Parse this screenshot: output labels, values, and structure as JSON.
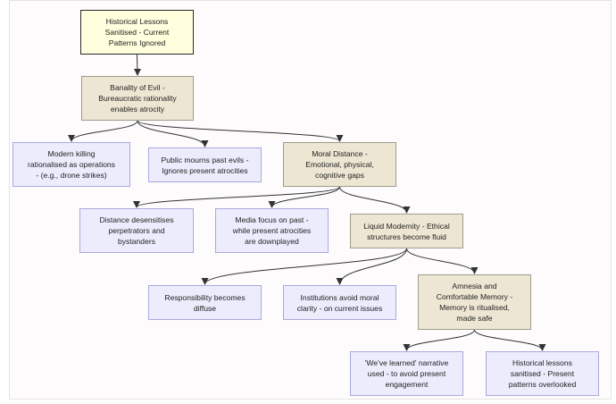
{
  "diagram": {
    "nodes": {
      "n1": {
        "text": "Historical Lessons\nSanitised - Current\nPatterns Ignored",
        "style": "yellow"
      },
      "n2": {
        "text": "Banality of Evil -\nBureaucratic rationality\nenables atrocity",
        "style": "tan"
      },
      "n3": {
        "text": "Modern killing\nrationalised as operations\n- (e.g., drone strikes)",
        "style": "lavender"
      },
      "n4": {
        "text": "Public mourns past evils -\nIgnores present atrocities",
        "style": "lavender"
      },
      "n5": {
        "text": "Moral Distance -\nEmotional, physical,\ncognitive gaps",
        "style": "tan"
      },
      "n6": {
        "text": "Distance desensitises\nperpetrators and\nbystanders",
        "style": "lavender"
      },
      "n7": {
        "text": "Media focus on past -\nwhile present atrocities\nare downplayed",
        "style": "lavender"
      },
      "n8": {
        "text": "Liquid Modernity - Ethical\nstructures become fluid",
        "style": "tan"
      },
      "n9": {
        "text": "Responsibility becomes\ndiffuse",
        "style": "lavender"
      },
      "n10": {
        "text": "Institutions avoid moral\nclarity - on current issues",
        "style": "lavender"
      },
      "n11": {
        "text": "Amnesia and\nComfortable Memory -\nMemory is ritualised,\nmade safe",
        "style": "tan"
      },
      "n12": {
        "text": "'We've learned' narrative\nused - to avoid present\nengagement",
        "style": "lavender"
      },
      "n13": {
        "text": "Historical lessons\nsanitised - Present\npatterns overlooked",
        "style": "lavender"
      }
    },
    "edges": [
      [
        "n1",
        "n2"
      ],
      [
        "n2",
        "n3"
      ],
      [
        "n2",
        "n4"
      ],
      [
        "n2",
        "n5"
      ],
      [
        "n5",
        "n6"
      ],
      [
        "n5",
        "n7"
      ],
      [
        "n5",
        "n8"
      ],
      [
        "n8",
        "n9"
      ],
      [
        "n8",
        "n10"
      ],
      [
        "n8",
        "n11"
      ],
      [
        "n11",
        "n12"
      ],
      [
        "n11",
        "n13"
      ]
    ],
    "colors": {
      "yellow_fill": "#ffffde",
      "tan_fill": "#ede6d3",
      "lavender_fill": "#ececfd",
      "lavender_border": "#a9a9dd",
      "edge": "#333333"
    }
  }
}
